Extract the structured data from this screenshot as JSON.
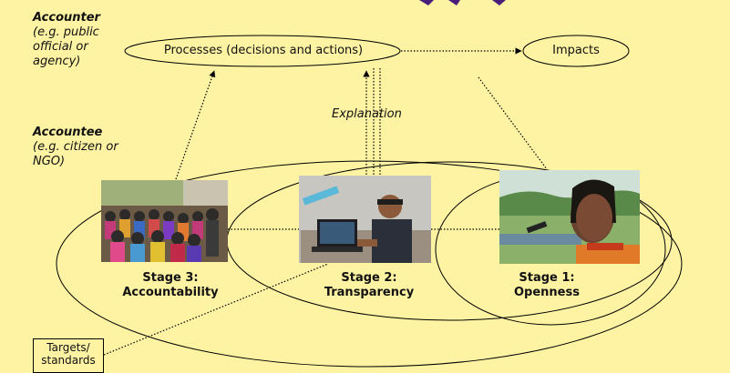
{
  "roles": {
    "accounter": {
      "title": "Accounter",
      "desc": "(e.g. public official or agency)"
    },
    "accountee": {
      "title": "Accountee",
      "desc": "(e.g. citizen or NGO)"
    }
  },
  "nodes": {
    "processes": "Processes (decisions and actions)",
    "impacts": "Impacts"
  },
  "explanation_label": "Explanation",
  "stages": [
    {
      "line1": "Stage 3:",
      "line2": "Accountability"
    },
    {
      "line1": "Stage 2:",
      "line2": "Transparency"
    },
    {
      "line1": "Stage 1:",
      "line2": "Openness"
    }
  ],
  "targets_label": "Targets/ standards",
  "colors": {
    "background": "#fdf3a3",
    "header_purple": "#4b1d7a"
  }
}
